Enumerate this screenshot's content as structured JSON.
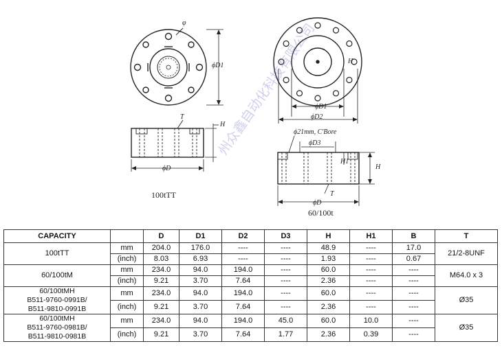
{
  "drawings": {
    "left_caption": "100tTT",
    "right_caption": "60/100t",
    "left_labels": {
      "phi": "φ",
      "d1": "ϕD1",
      "t": "T",
      "h": "H",
      "d": "ϕD"
    },
    "right_labels": {
      "h": "H",
      "d1": "ϕD1",
      "d2": "ϕD2",
      "bore": "ϕ21mm, C'Bore",
      "d3": "ϕD3",
      "h1": "H1",
      "h2": "H",
      "d": "ϕD",
      "t": "T"
    }
  },
  "watermark": "州众鑫自动化科技有限公司",
  "table": {
    "headers": [
      "CAPACITY",
      "",
      "D",
      "D1",
      "D2",
      "D3",
      "H",
      "H1",
      "B",
      "T"
    ],
    "groups": [
      {
        "model": [
          "100tTT"
        ],
        "t": "21/2-8UNF",
        "rows": [
          {
            "unit": "mm",
            "values": [
              "204.0",
              "176.0",
              "----",
              "----",
              "48.9",
              "----",
              "17.0"
            ]
          },
          {
            "unit": "(inch)",
            "values": [
              "8.03",
              "6.93",
              "----",
              "----",
              "1.93",
              "----",
              "0.67"
            ]
          }
        ]
      },
      {
        "model": [
          "60/100tM"
        ],
        "t": "M64.0 x 3",
        "rows": [
          {
            "unit": "mm",
            "values": [
              "234.0",
              "94.0",
              "194.0",
              "----",
              "60.0",
              "----",
              "----"
            ]
          },
          {
            "unit": "(inch)",
            "values": [
              "9.21",
              "3.70",
              "7.64",
              "----",
              "2.36",
              "----",
              "----"
            ]
          }
        ]
      },
      {
        "model": [
          "60/100tMH",
          "B511-9760-0991B/",
          "B511-9810-0991B"
        ],
        "t": "Ø35",
        "rows": [
          {
            "unit": "mm",
            "values": [
              "234.0",
              "94.0",
              "194.0",
              "----",
              "60.0",
              "----",
              "----"
            ]
          },
          {
            "unit": "(inch)",
            "values": [
              "9.21",
              "3.70",
              "7.64",
              "----",
              "2.36",
              "----",
              "----"
            ]
          }
        ]
      },
      {
        "model": [
          "60/100tMH",
          "B511-9760-0981B/",
          "B511-9810-0981B"
        ],
        "t": "Ø35",
        "rows": [
          {
            "unit": "mm",
            "values": [
              "234.0",
              "94.0",
              "194.0",
              "45.0",
              "60.0",
              "10.0",
              "----"
            ]
          },
          {
            "unit": "(inch)",
            "values": [
              "9.21",
              "3.70",
              "7.64",
              "1.77",
              "2.36",
              "0.39",
              "----"
            ]
          }
        ]
      }
    ]
  }
}
